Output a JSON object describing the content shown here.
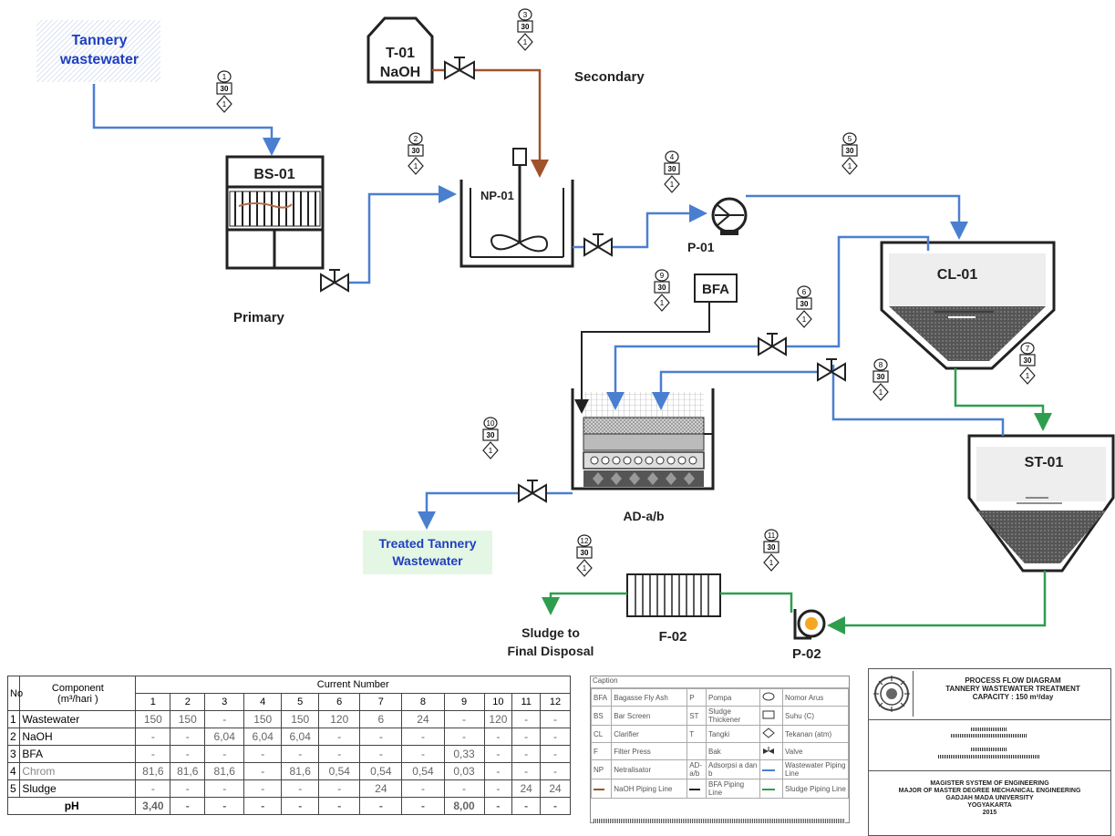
{
  "equipment": {
    "feed": [
      "Tannery",
      "wastewater"
    ],
    "tank_t01": [
      "T-01",
      "NaOH"
    ],
    "bar_screen": "BS-01",
    "neutralizer": "NP-01",
    "pump_p01": "P-01",
    "clarifier": "CL-01",
    "bfa": "BFA",
    "adsorber": "AD-a/b",
    "thickener": "ST-01",
    "filter_press": "F-02",
    "pump_p02": "P-02"
  },
  "section_labels": {
    "primary": "Primary",
    "secondary": "Secondary"
  },
  "outlets": {
    "treated": [
      "Treated Tannery",
      "Wastewater"
    ],
    "sludge": [
      "Sludge to",
      "Final Disposal"
    ]
  },
  "stream_tags": [
    {
      "no": "1",
      "temp": "30",
      "press": "1"
    },
    {
      "no": "2",
      "temp": "30",
      "press": "1"
    },
    {
      "no": "3",
      "temp": "30",
      "press": "1"
    },
    {
      "no": "4",
      "temp": "30",
      "press": "1"
    },
    {
      "no": "5",
      "temp": "30",
      "press": "1"
    },
    {
      "no": "6",
      "temp": "30",
      "press": "1"
    },
    {
      "no": "7",
      "temp": "30",
      "press": "1"
    },
    {
      "no": "8",
      "temp": "30",
      "press": "1"
    },
    {
      "no": "9",
      "temp": "30",
      "press": "1"
    },
    {
      "no": "10",
      "temp": "30",
      "press": "1"
    },
    {
      "no": "11",
      "temp": "30",
      "press": "1"
    },
    {
      "no": "12",
      "temp": "30",
      "press": "1"
    }
  ],
  "stream_table": {
    "no_header": "No",
    "component_header": "Component",
    "unit_header": "(m³/hari )",
    "current_header": "Current Number",
    "streams": [
      "1",
      "2",
      "3",
      "4",
      "5",
      "6",
      "7",
      "8",
      "9",
      "10",
      "11",
      "12"
    ],
    "rows": [
      {
        "no": "1",
        "name": "Wastewater",
        "values": [
          "150",
          "150",
          "-",
          "150",
          "150",
          "120",
          "6",
          "24",
          "-",
          "120",
          "-",
          "-"
        ]
      },
      {
        "no": "2",
        "name": "NaOH",
        "values": [
          "-",
          "-",
          "6,04",
          "6,04",
          "6,04",
          "-",
          "-",
          "-",
          "-",
          "-",
          "-",
          "-"
        ]
      },
      {
        "no": "3",
        "name": "BFA",
        "values": [
          "-",
          "-",
          "-",
          "-",
          "-",
          "-",
          "-",
          "-",
          "0,33",
          "-",
          "-",
          "-"
        ]
      },
      {
        "no": "4",
        "name": "Chrom",
        "values": [
          "81,6",
          "81,6",
          "81,6",
          "-",
          "81,6",
          "0,54",
          "0,54",
          "0,54",
          "0,03",
          "-",
          "-",
          "-"
        ]
      },
      {
        "no": "5",
        "name": "Sludge",
        "values": [
          "-",
          "-",
          "-",
          "-",
          "-",
          "-",
          "24",
          "-",
          "-",
          "-",
          "24",
          "24"
        ]
      }
    ],
    "ph_row": {
      "name": "pH",
      "values": [
        "3,40",
        "-",
        "-",
        "-",
        "-",
        "-",
        "-",
        "-",
        "8,00",
        "-",
        "-",
        "-"
      ]
    }
  },
  "caption": {
    "title": "Caption",
    "rows": [
      [
        "BFA",
        "Bagasse Fly Ash",
        "P",
        "Pompa",
        "Nomor Arus"
      ],
      [
        "BS",
        "Bar Screen",
        "ST",
        "Sludge Thickener",
        "Suhu (C)"
      ],
      [
        "CL",
        "Clarifier",
        "T",
        "Tangki",
        "Tekanan (atm)"
      ],
      [
        "F",
        "Filter Press",
        "",
        "Bak",
        "Valve"
      ],
      [
        "NP",
        "Netralisator",
        "AD-a/b",
        "Adsorpsi a dan b",
        "Wastewater Piping Line"
      ],
      [
        "",
        "NaOH Piping Line",
        "",
        "BFA Piping Line",
        "Sludge Piping Line"
      ]
    ]
  },
  "title_block": {
    "title": [
      "PROCESS FLOW DIAGRAM",
      "TANNERY WASTEWATER TREATMENT",
      "CAPACITY : 150 m³/day"
    ],
    "institution": [
      "MAGISTER SYSTEM OF ENGINEERING",
      "MAJOR OF MASTER DEGREE MECHANICAL ENGINEERING",
      "GADJAH MADA UNIVERSITY",
      "YOGYAKARTA",
      "2015"
    ]
  },
  "colors": {
    "wastewater_line": "#4a7fd0",
    "naoh_line": "#a0522d",
    "sludge_line": "#2e9e4e",
    "bfa_line": "#222222",
    "label_blue": "#1f3fbf",
    "treated_box": "#e4f7e4"
  }
}
